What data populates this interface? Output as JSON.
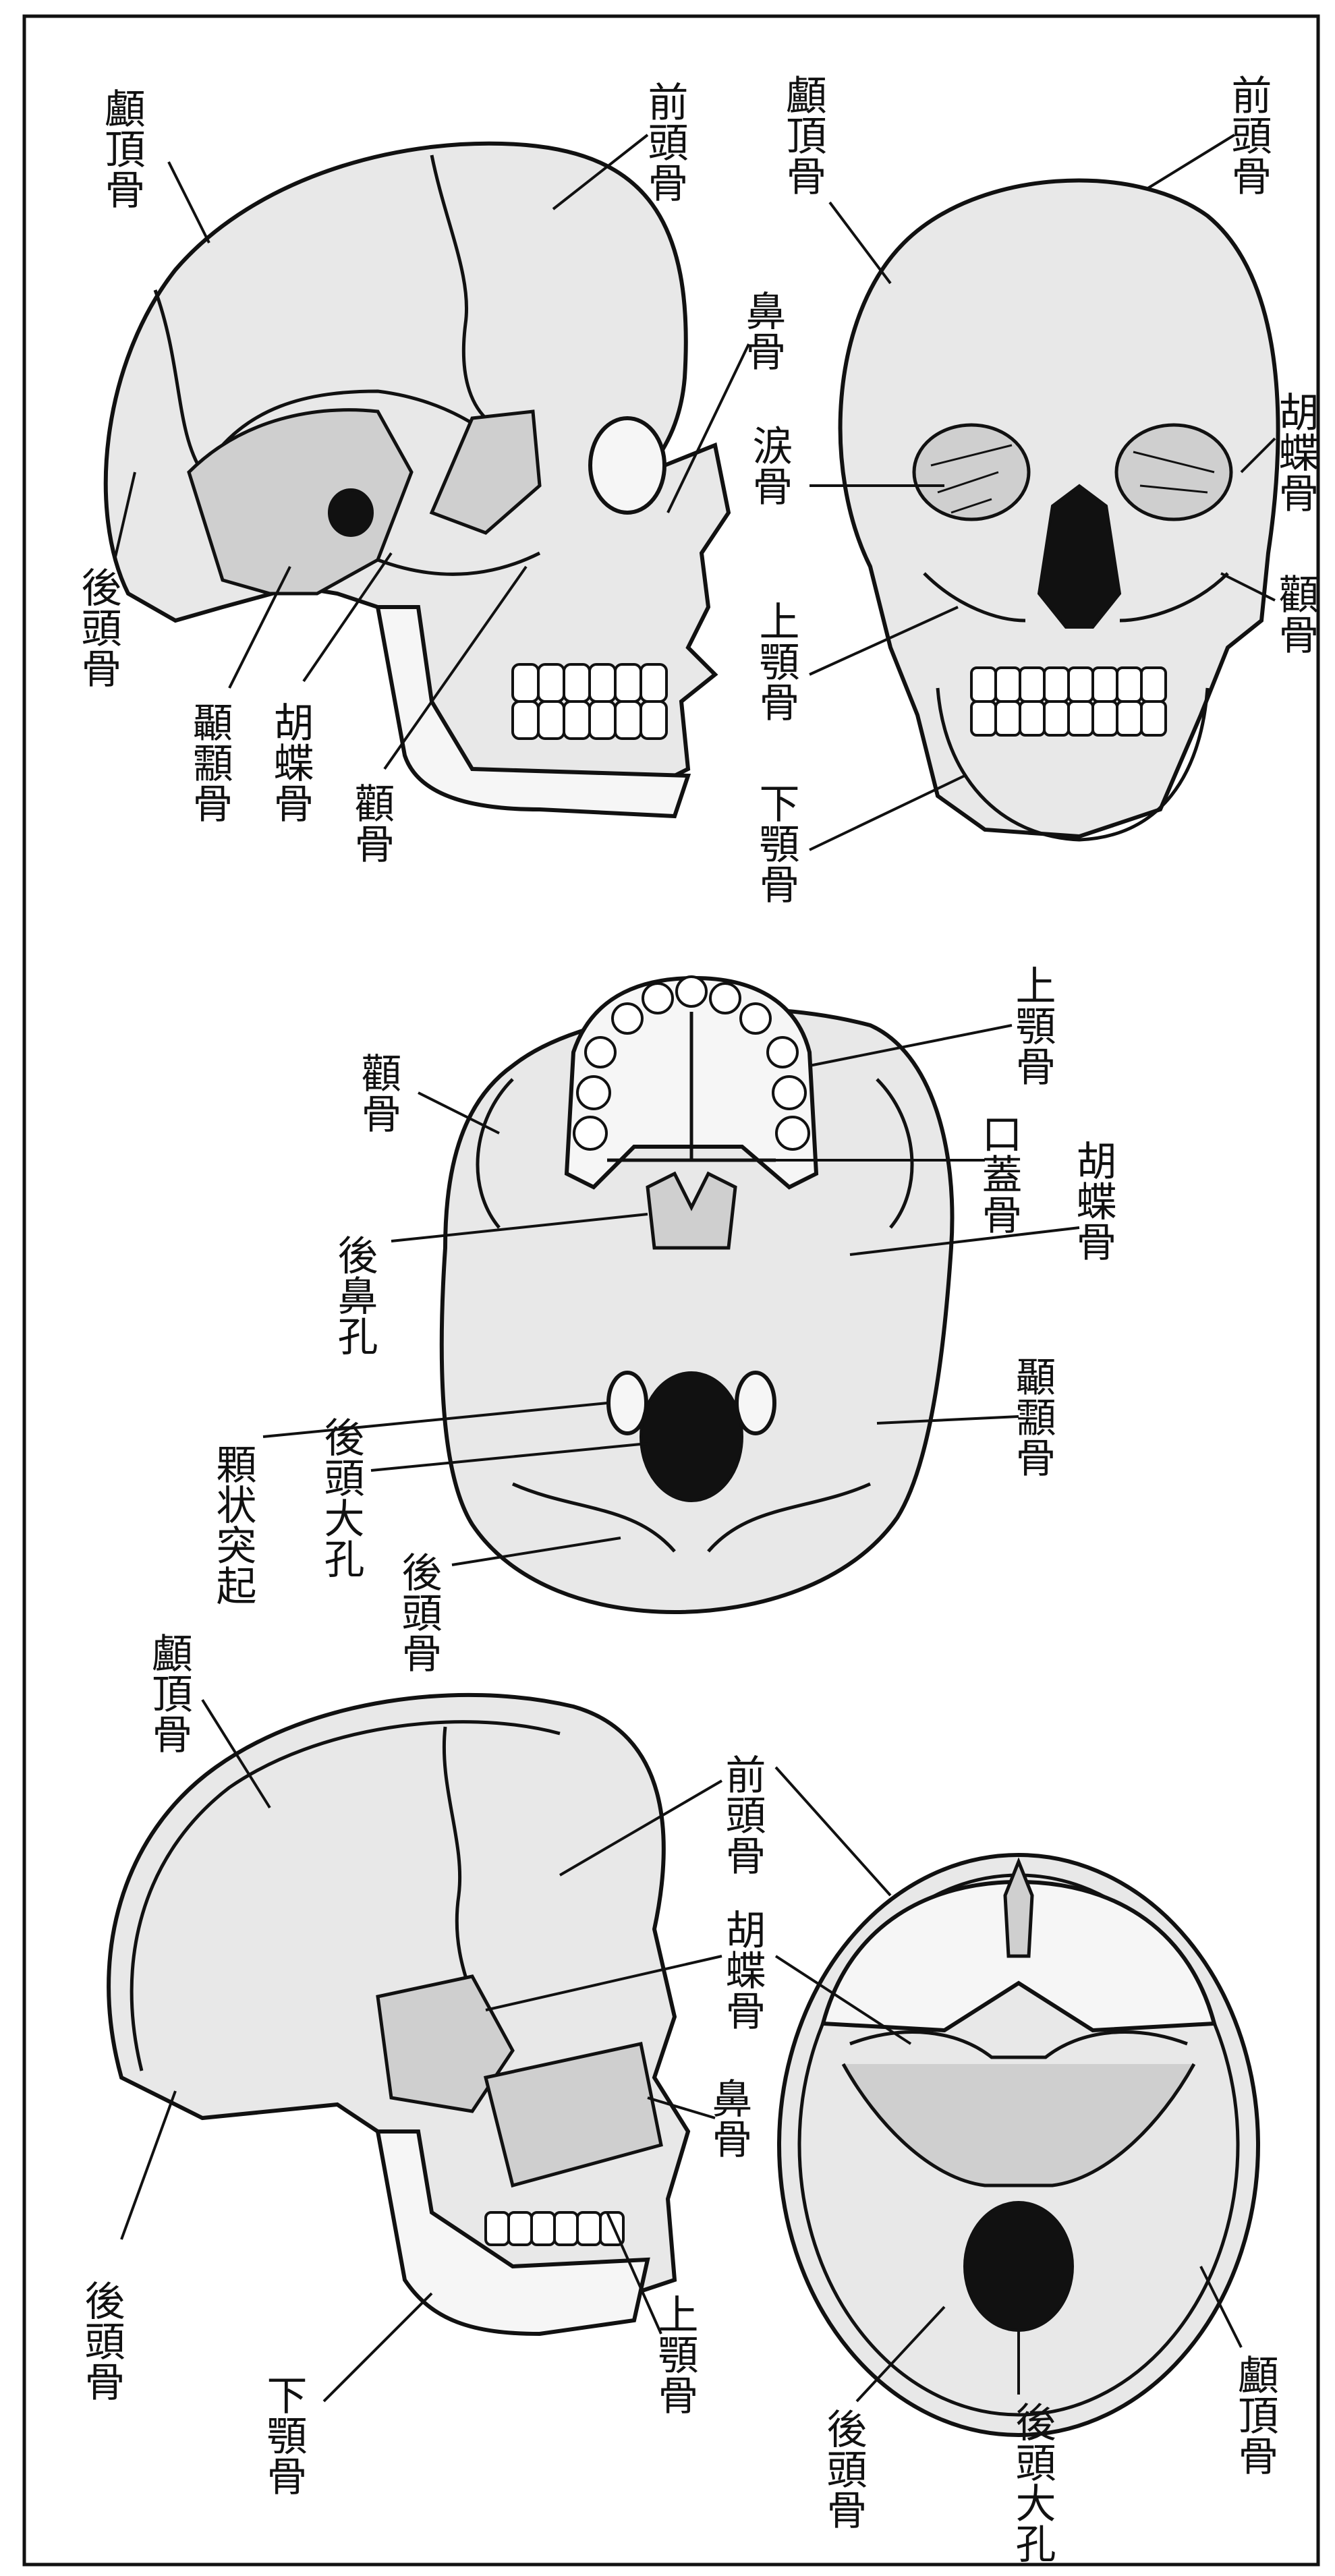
{
  "labels": {
    "lateral": {
      "parietal": "顱頂骨",
      "frontal": "前頭骨",
      "nasal": "鼻骨",
      "occipital": "後頭骨",
      "temporal": "顳顬骨",
      "sphenoid": "胡蝶骨",
      "zygomatic": "顴骨"
    },
    "frontal": {
      "parietal": "顱頂骨",
      "frontal": "前頭骨",
      "lacrimal": "涙骨",
      "sphenoid": "胡蝶骨",
      "zygomatic": "顴骨",
      "maxilla": "上顎骨",
      "mandible": "下顎骨"
    },
    "basal": {
      "maxilla": "上顎骨",
      "zygomatic": "顴骨",
      "palatine": "口蓋骨",
      "sphenoid": "胡蝶骨",
      "choana": "後鼻孔",
      "temporal": "顳顬骨",
      "condyle": "顆状突起",
      "foramen": "後頭大孔",
      "occipital": "後頭骨"
    },
    "sagittal": {
      "parietal": "顱頂骨",
      "occipital": "後頭骨",
      "mandible": "下顎骨",
      "nasal": "鼻骨",
      "maxilla": "上顎骨"
    },
    "shared": {
      "frontal": "前頭骨",
      "sphenoid": "胡蝶骨"
    },
    "interior": {
      "occipital": "後頭骨",
      "foramen": "後頭大孔",
      "parietal": "顱頂骨"
    }
  }
}
